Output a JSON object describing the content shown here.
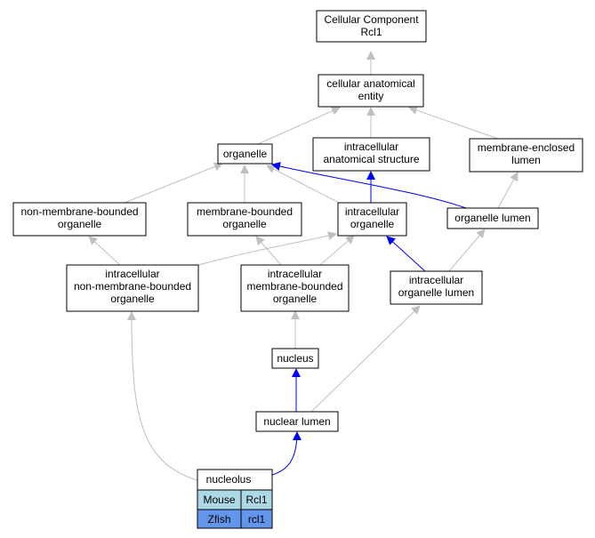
{
  "nodes": {
    "cellular_component": [
      "Cellular Component",
      "Rcl1"
    ],
    "cellular_anatomical_entity": [
      "cellular anatomical",
      "entity"
    ],
    "organelle": [
      "organelle"
    ],
    "intracellular_anatomical_structure": [
      "intracellular",
      "anatomical structure"
    ],
    "membrane_enclosed_lumen": [
      "membrane-enclosed",
      "lumen"
    ],
    "non_membrane_bounded_organelle": [
      "non-membrane-bounded",
      "organelle"
    ],
    "membrane_bounded_organelle": [
      "membrane-bounded",
      "organelle"
    ],
    "intracellular_organelle": [
      "intracellular",
      "organelle"
    ],
    "organelle_lumen": [
      "organelle lumen"
    ],
    "intracellular_non_membrane_bounded_organelle": [
      "intracellular",
      "non-membrane-bounded",
      "organelle"
    ],
    "intracellular_membrane_bounded_organelle": [
      "intracellular",
      "membrane-bounded",
      "organelle"
    ],
    "intracellular_organelle_lumen": [
      "intracellular",
      "organelle lumen"
    ],
    "nucleus": [
      "nucleus"
    ],
    "nuclear_lumen": [
      "nuclear lumen"
    ],
    "nucleolus": [
      "nucleolus"
    ]
  },
  "annotation_table": [
    {
      "species": "Mouse",
      "gene": "Rcl1",
      "color": "#add8e6"
    },
    {
      "species": "Zfish",
      "gene": "rcl1",
      "color": "#6495ed"
    }
  ],
  "edge_colors": {
    "is_a": "#c0c0c0",
    "part_of": "#0000ff"
  }
}
